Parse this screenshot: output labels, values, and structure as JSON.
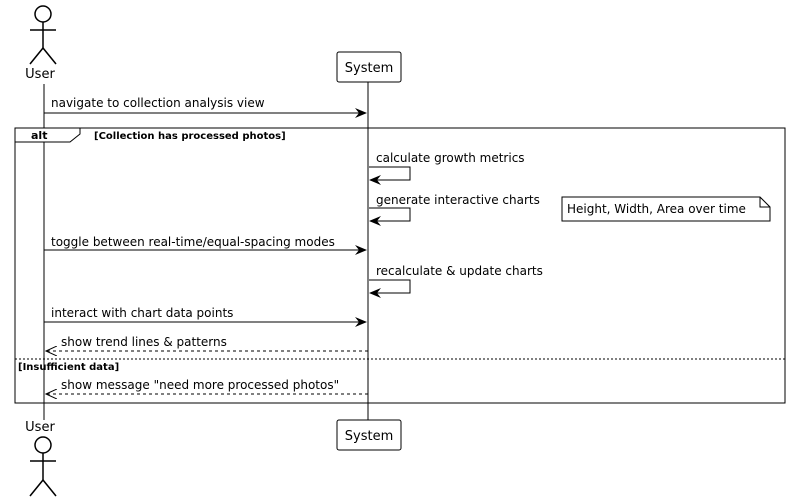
{
  "participants": {
    "user": {
      "name": "User"
    },
    "system": {
      "name": "System"
    }
  },
  "messages": [
    {
      "text": "navigate to collection analysis view"
    },
    {
      "text": "calculate growth metrics"
    },
    {
      "text": "generate interactive charts"
    },
    {
      "text": "toggle between real-time/equal-spacing modes"
    },
    {
      "text": "recalculate & update charts"
    },
    {
      "text": "interact with chart data points"
    },
    {
      "text": "show trend lines & patterns"
    },
    {
      "text": "show message \"need more processed photos\""
    }
  ],
  "note": {
    "text": "Height, Width, Area over time"
  },
  "fragment": {
    "operator": "alt",
    "guard1": "[Collection has processed photos]",
    "guard2": "[Insufficient data]"
  }
}
